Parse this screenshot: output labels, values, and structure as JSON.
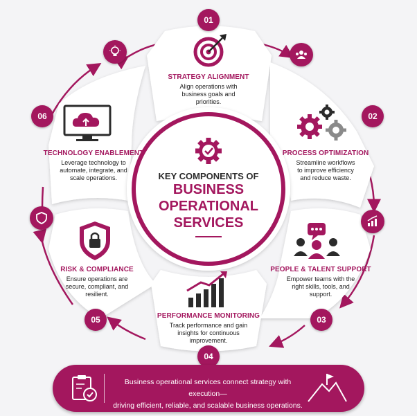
{
  "center": {
    "line1": "KEY COMPONENTS OF",
    "line2": "BUSINESS",
    "line3": "OPERATIONAL",
    "line4": "SERVICES"
  },
  "segments": [
    {
      "number": "01",
      "title": "STRATEGY ALIGNMENT",
      "desc": [
        "Align operations with",
        "business goals and",
        "priorities."
      ],
      "icon": "target-icon"
    },
    {
      "number": "02",
      "title": "PROCESS OPTIMIZATION",
      "desc": [
        "Streamline workflows",
        "to improve efficiency",
        "and reduce waste."
      ],
      "icon": "gears-icon"
    },
    {
      "number": "03",
      "title": "PEOPLE & TALENT SUPPORT",
      "desc": [
        "Empower teams with the",
        "right skills, tools, and",
        "support."
      ],
      "icon": "team-icon"
    },
    {
      "number": "04",
      "title": "PERFORMANCE MONITORING",
      "desc": [
        "Track performance and gain",
        "insights for continuous",
        "improvement."
      ],
      "icon": "bar-chart-icon"
    },
    {
      "number": "05",
      "title": "RISK & COMPLIANCE",
      "desc": [
        "Ensure operations are",
        "secure, compliant, and",
        "resilient."
      ],
      "icon": "shield-lock-icon"
    },
    {
      "number": "06",
      "title": "TECHNOLOGY ENABLEMENT",
      "desc": [
        "Leverage technology to",
        "automate, integrate, and",
        "scale operations."
      ],
      "icon": "cloud-monitor-icon"
    }
  ],
  "banner": {
    "line1": "Business operational services connect strategy with execution—",
    "line2": "driving efficient, reliable, and scalable business operations."
  },
  "colors": {
    "accent": "#a3175e",
    "background": "#f4f4f6",
    "text": "#222222"
  }
}
